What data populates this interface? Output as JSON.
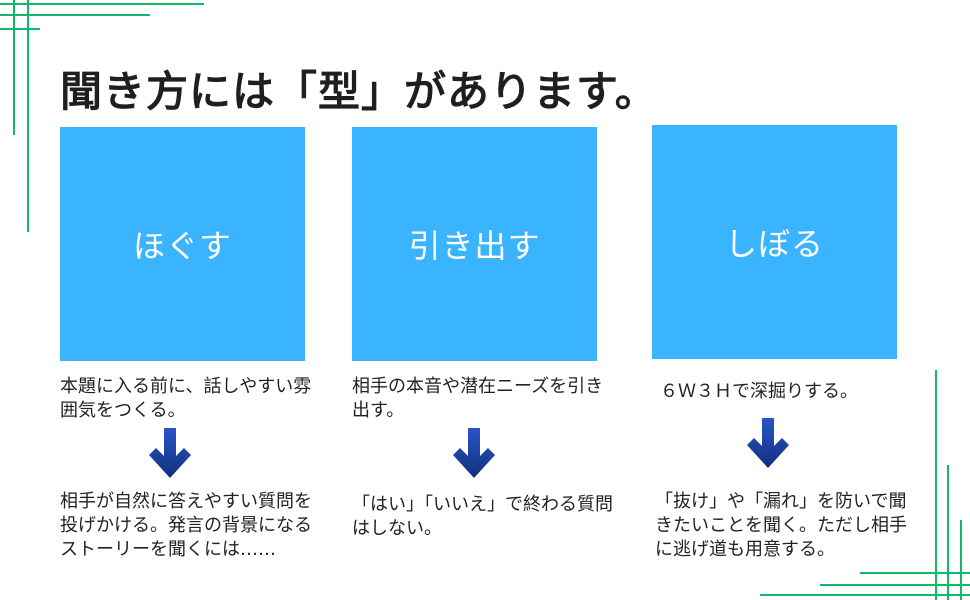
{
  "title": "聞き方には「型」があります。",
  "colors": {
    "box": "#3bb4ff",
    "box_text": "#ffffff",
    "arrow": "#1a3a9a",
    "deco_lines": "#11b96a"
  },
  "steps": [
    {
      "label": "ほぐす",
      "description": "本題に入る前に、話しやすい雰囲気をつくる。",
      "result": "相手が自然に答えやすい質問を投げかける。発言の背景になるストーリーを聞くには……"
    },
    {
      "label": "引き出す",
      "description": "相手の本音や潜在ニーズを引き出す。",
      "result": "「はい」「いいえ」で終わる質問はしない。"
    },
    {
      "label": "しぼる",
      "description": "６Ｗ３Ｈで深掘りする。",
      "result": "「抜け」や「漏れ」を防いで聞きたいことを聞く。ただし相手に逃げ道も用意する。"
    }
  ]
}
